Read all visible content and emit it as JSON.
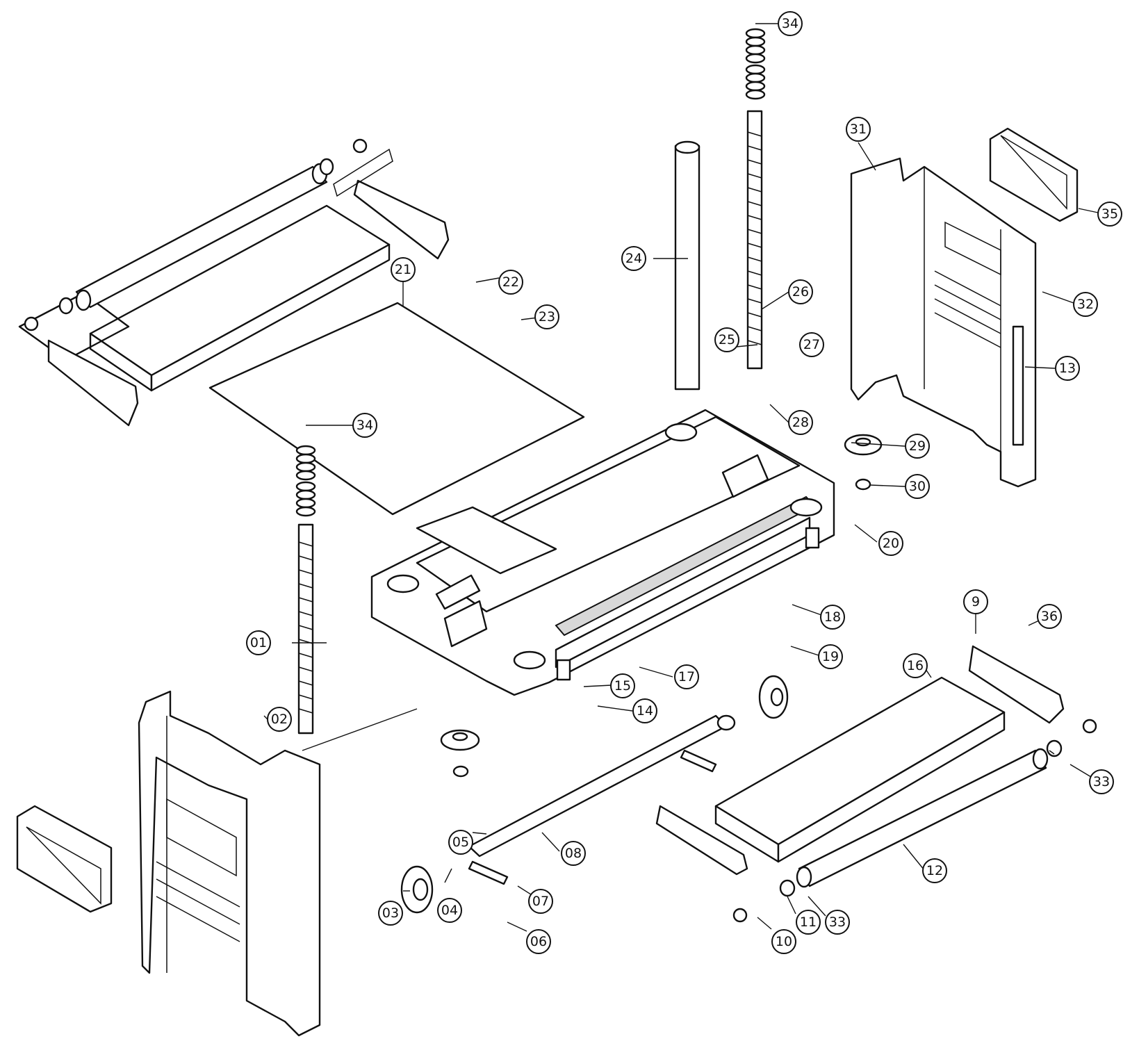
{
  "diagram": {
    "callouts": [
      {
        "id": "c01",
        "label": "01"
      },
      {
        "id": "c02",
        "label": "02"
      },
      {
        "id": "c03",
        "label": "03"
      },
      {
        "id": "c04",
        "label": "04"
      },
      {
        "id": "c05",
        "label": "05"
      },
      {
        "id": "c06",
        "label": "06"
      },
      {
        "id": "c07",
        "label": "07"
      },
      {
        "id": "c08",
        "label": "08"
      },
      {
        "id": "c9",
        "label": "9"
      },
      {
        "id": "c10",
        "label": "10"
      },
      {
        "id": "c11",
        "label": "11"
      },
      {
        "id": "c12",
        "label": "12"
      },
      {
        "id": "c13",
        "label": "13"
      },
      {
        "id": "c14",
        "label": "14"
      },
      {
        "id": "c15",
        "label": "15"
      },
      {
        "id": "c16",
        "label": "16"
      },
      {
        "id": "c17",
        "label": "17"
      },
      {
        "id": "c18",
        "label": "18"
      },
      {
        "id": "c19",
        "label": "19"
      },
      {
        "id": "c20",
        "label": "20"
      },
      {
        "id": "c21",
        "label": "21"
      },
      {
        "id": "c22",
        "label": "22"
      },
      {
        "id": "c23",
        "label": "23"
      },
      {
        "id": "c24",
        "label": "24"
      },
      {
        "id": "c25",
        "label": "25"
      },
      {
        "id": "c26",
        "label": "26"
      },
      {
        "id": "c27",
        "label": "27"
      },
      {
        "id": "c28",
        "label": "28"
      },
      {
        "id": "c29",
        "label": "29"
      },
      {
        "id": "c30",
        "label": "30"
      },
      {
        "id": "c31",
        "label": "31"
      },
      {
        "id": "c32",
        "label": "32"
      },
      {
        "id": "c33a",
        "label": "33"
      },
      {
        "id": "c33b",
        "label": "33"
      },
      {
        "id": "c34a",
        "label": "34"
      },
      {
        "id": "c34b",
        "label": "34"
      },
      {
        "id": "c35",
        "label": "35"
      },
      {
        "id": "c36",
        "label": "36"
      }
    ]
  }
}
